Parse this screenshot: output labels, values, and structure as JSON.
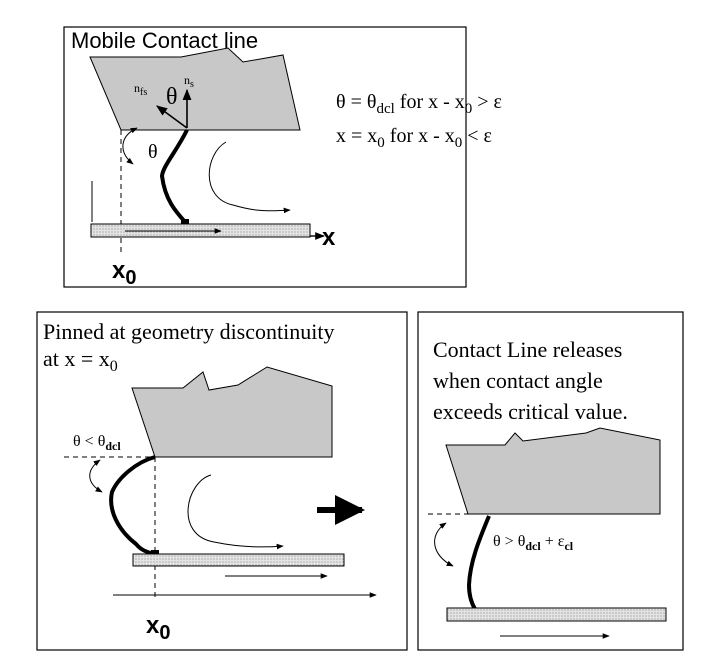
{
  "panel_top": {
    "title": "Mobile Contact line",
    "n_fs": "n",
    "n_fs_sub": "fs",
    "n_s": "n",
    "n_s_sub": "s",
    "theta_top": "θ",
    "theta_left": "θ",
    "eq1_a": "θ = θ",
    "eq1_sub": "dcl",
    "eq1_b": "  for x - x",
    "eq1_sub2": "0",
    "eq1_c": " > ε",
    "eq2_a": "x = x",
    "eq2_sub": "0",
    "eq2_b": " for x - x",
    "eq2_sub2": "0",
    "eq2_c": " < ε",
    "axis_x": "x",
    "x0": "x",
    "x0_sub": "0"
  },
  "panel_bottom_left": {
    "title_line1": "Pinned at geometry discontinuity",
    "title_line2": " at x = x",
    "title_line2_sub": "0",
    "theta_lt": "θ < θ",
    "theta_lt_sub": "dcl",
    "x0": "x",
    "x0_sub": "0"
  },
  "panel_bottom_right": {
    "text_line1": "Contact Line releases",
    "text_line2": "when contact angle",
    "text_line3": "exceeds critical value.",
    "theta_gt": "θ > θ",
    "theta_gt_sub": "dcl",
    "theta_gt_mid": " + ε",
    "theta_gt_sub2": "cl"
  }
}
